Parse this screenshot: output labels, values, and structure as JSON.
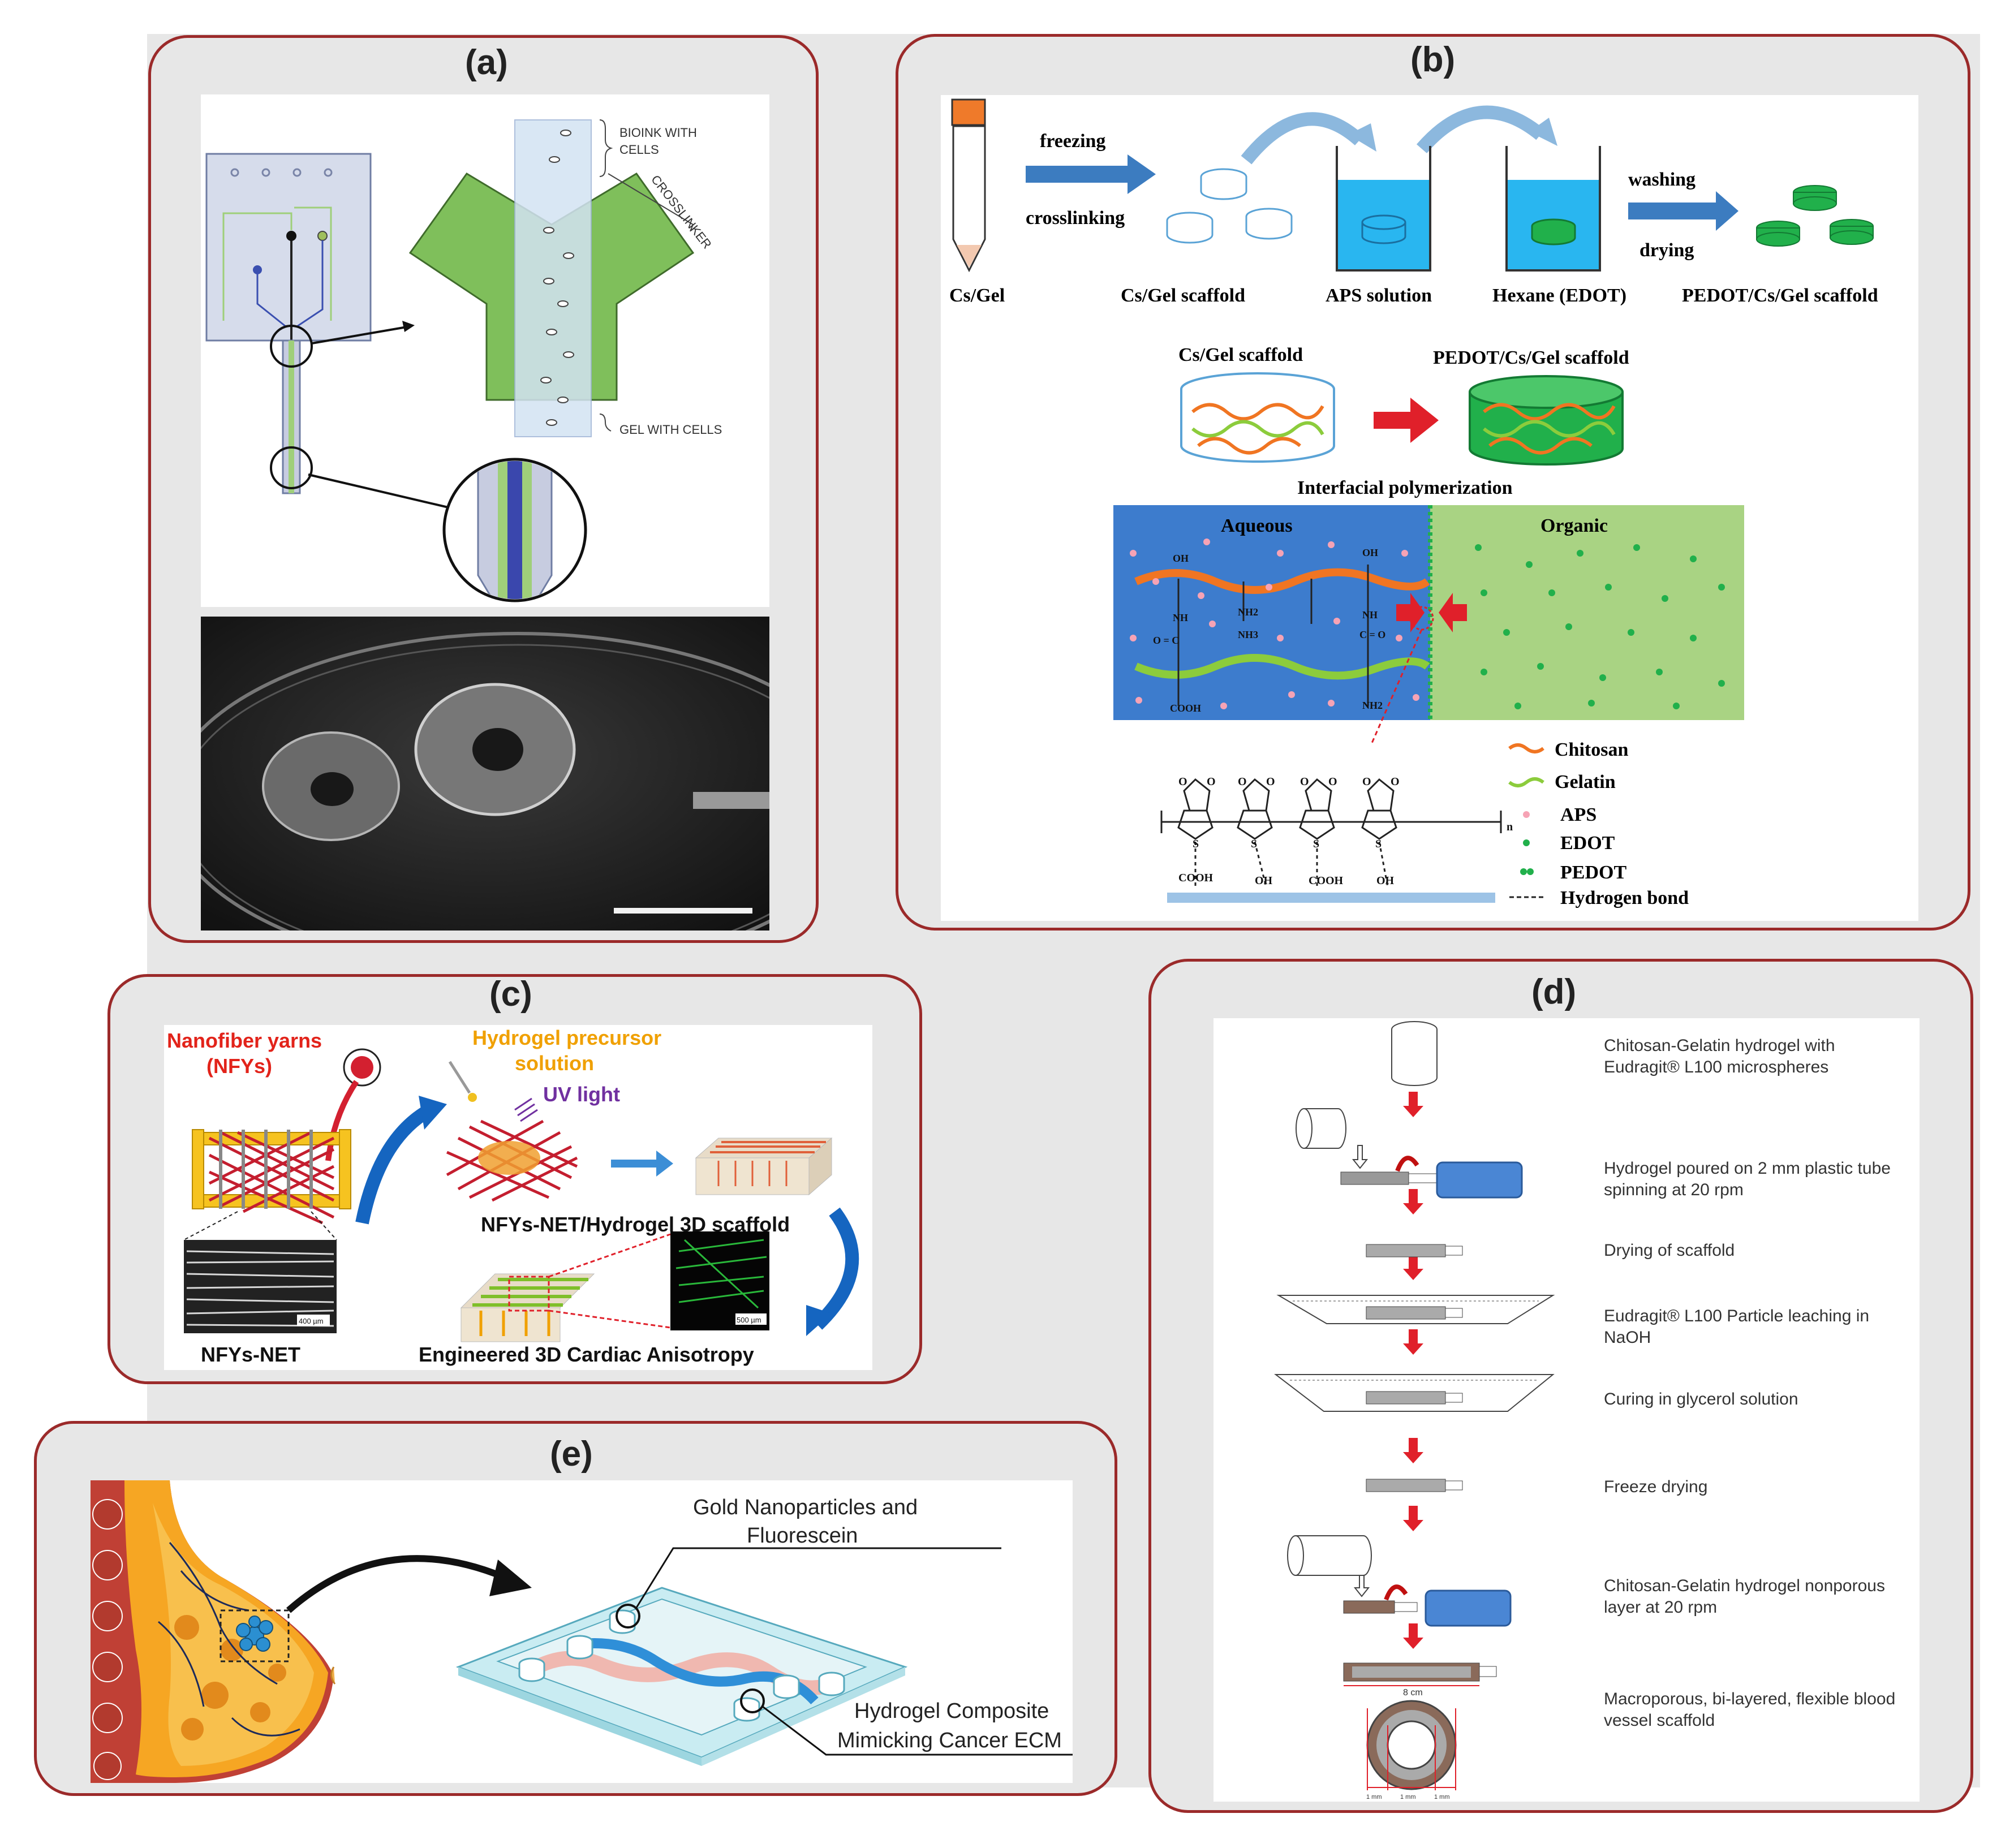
{
  "panels": {
    "a": {
      "label": "(a)",
      "bioink": "BIOINK WITH",
      "bioink2": "CELLS",
      "crosslinker": "CROSSLINKER",
      "gel": "GEL WITH CELLS"
    },
    "b": {
      "label": "(b)",
      "freezing": "freezing",
      "crosslinking": "crosslinking",
      "washing": "washing",
      "drying": "drying",
      "csgel": "Cs/Gel",
      "csgel_scaffold": "Cs/Gel scaffold",
      "aps_solution": "APS solution",
      "hexane": "Hexane (EDOT)",
      "pedot_scaffold": "PEDOT/Cs/Gel scaffold",
      "csgel_scaffold2": "Cs/Gel scaffold",
      "pedot_scaffold2": "PEDOT/Cs/Gel scaffold",
      "interfacial": "Interfacial polymerization",
      "aqueous": "Aqueous",
      "organic": "Organic",
      "legend": [
        "Chitosan",
        "Gelatin",
        "APS",
        "EDOT",
        "PEDOT",
        "Hydrogen bond"
      ],
      "chem": {
        "oh": "OH",
        "cooh": "COOH",
        "nh": "NH",
        "nh2": "NH2",
        "nh3": "NH3",
        "o_c": "O = C",
        "c_o": "C = O",
        "s": "S",
        "o": "O",
        "n": "n"
      }
    },
    "c": {
      "label": "(c)",
      "nfy": "Nanofiber yarns",
      "nfy2": "(NFYs)",
      "precursor": "Hydrogel precursor",
      "precursor2": "solution",
      "uv": "UV light",
      "scaffold": "NFYs-NET/Hydrogel 3D scaffold",
      "net": "NFYs-NET",
      "engineered": "Engineered 3D Cardiac Anisotropy",
      "scale1": "400 µm",
      "scale2": "500 µm"
    },
    "d": {
      "label": "(d)",
      "steps": [
        "Chitosan-Gelatin hydrogel with Eudragit® L100 microspheres",
        "Hydrogel poured on 2 mm plastic tube spinning at 20 rpm",
        "Drying of scaffold",
        "Eudragit® L100 Particle leaching in NaOH",
        "Curing in glycerol solution",
        "Freeze drying",
        "Chitosan-Gelatin hydrogel nonporous layer at 20 rpm",
        "Macroporous, bi-layered, flexible blood vessel scaffold"
      ],
      "dim": "8 cm",
      "ring_dims": [
        "1 mm",
        "1 mm",
        "1 mm"
      ]
    },
    "e": {
      "label": "(e)",
      "gold1": "Gold Nanoparticles and",
      "gold2": "Fluorescein",
      "hydro1": "Hydrogel Composite",
      "hydro2": "Mimicking Cancer ECM"
    }
  },
  "colors": {
    "border": "#9b2a2a",
    "arrow_blue": "#3c7cc0",
    "beaker_blue": "#29b6f0",
    "pedot_green": "#21b04b",
    "aqueous_bg": "#3d7ccd",
    "organic_bg": "#a9d383",
    "chitosan": "#f07522",
    "gelatin": "#8ccc3c",
    "red_arrow": "#e0202a"
  }
}
